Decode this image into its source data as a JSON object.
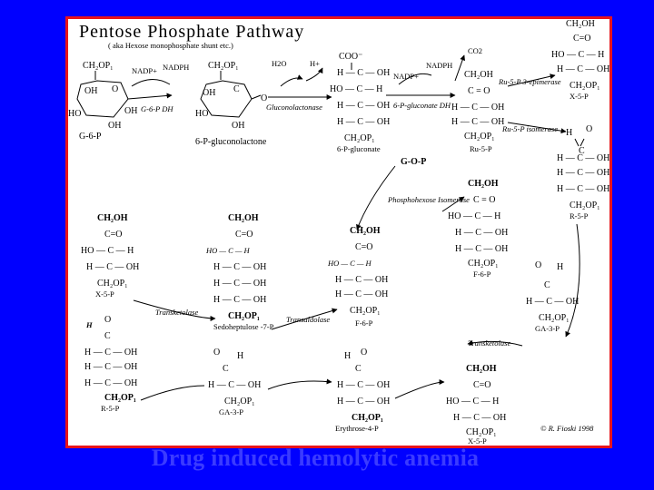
{
  "diagram": {
    "title": "Pentose Phosphate Pathway",
    "subtitle": "( aka Hexose monophosphate shunt etc.)",
    "copyright": "© R. Fioski 1998",
    "compounds": {
      "g6p": "G-6-P",
      "lactone": "6-P-gluconolactone",
      "gluconate": "6-P-gluconate",
      "ru5p": "Ru-5-P",
      "x5p_top": "X-5-P",
      "r5p_top": "R-5-P",
      "gop": "G-O-P",
      "x5p": "X-5-P",
      "s7p": "Sedoheptulose -7-P",
      "f6p": "F-6-P",
      "f6p_b": "F-6-P",
      "ga3p": "GA-3-P",
      "r5p": "R-5-P",
      "ga3p_b": "GA-3-P",
      "e4p": "Erythrose-4-P",
      "x5p_b": "X-5-P"
    },
    "enzymes": {
      "g6pdh": "G-6-P DH",
      "gluconolactonase": "Gluconolactonase",
      "pgdh": "6-P-gluconate DH",
      "epimerase": "Ru-5-P 3-epimerase",
      "isomerase": "Ru-5-P isomerase",
      "phi": "Phosphohexose Isomerase",
      "transketolase1": "Transketolase",
      "transaldolase": "Transaldolase",
      "transketolase2": "Transketolase"
    },
    "cofactors": {
      "nadp1": "NADP+",
      "nadph1": "NADPH",
      "h2o": "H2O",
      "hplus": "H+",
      "nadp2": "NADP+",
      "nadph2": "NADPH",
      "co2": "CO2"
    }
  },
  "caption": "Drug induced hemolytic anemia",
  "colors": {
    "background": "#0000ff",
    "frame_border": "#e8141b",
    "caption": "#3b3bff"
  }
}
